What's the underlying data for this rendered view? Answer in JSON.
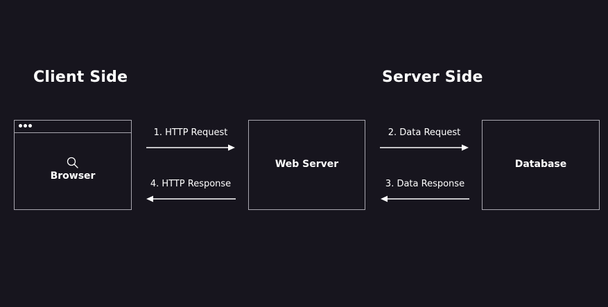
{
  "headings": {
    "client": "Client Side",
    "server": "Server Side"
  },
  "nodes": {
    "browser": {
      "label": "Browser",
      "icon": "search-icon"
    },
    "web_server": {
      "label": "Web Server"
    },
    "database": {
      "label": "Database"
    }
  },
  "edges": {
    "http_request": "1. HTTP Request",
    "data_request": "2. Data Request",
    "data_response": "3. Data Response",
    "http_response": "4. HTTP Response"
  },
  "colors": {
    "background": "#17151e",
    "border": "#a9a7b0",
    "text": "#ffffff"
  }
}
